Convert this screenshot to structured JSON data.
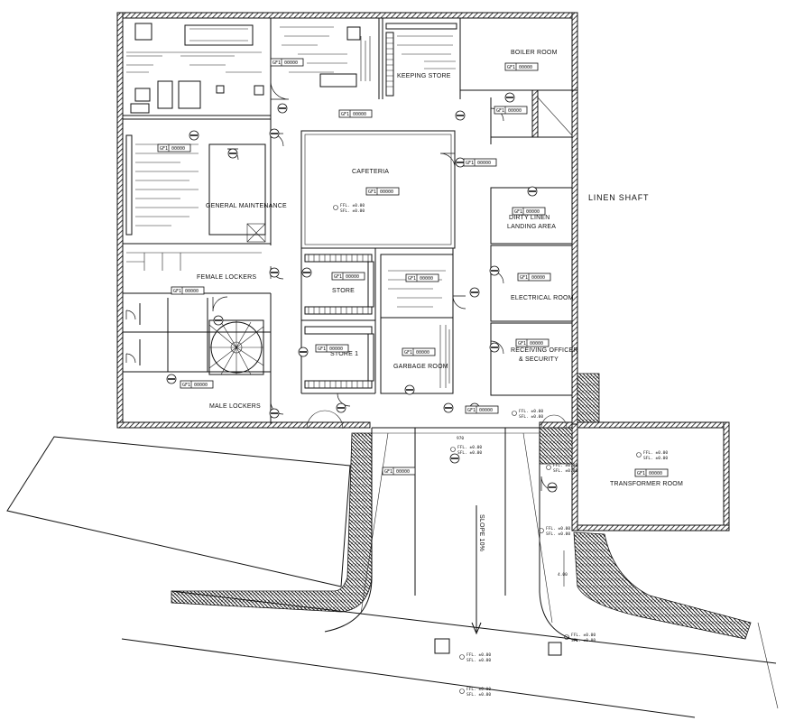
{
  "drawing": {
    "rooms": {
      "boiler_room": "BOILER ROOM",
      "linen_shaft": "LINEN SHAFT",
      "dirty_linen": "DIRTY LINEN",
      "landing_area": "LANDING AREA",
      "cafeteria": "CAFETERIA",
      "general_maintenance": "GENERAL MAINTENANCE",
      "female_lockers": "FEMALE LOCKERS",
      "male_lockers": "MALE LOCKERS",
      "store": "STORE",
      "store_1": "STORE 1",
      "garbage_room": "GARBAGE ROOM",
      "electrical_room": "ELECTRICAL ROOM",
      "receiving_line1": "RECEIVING OFFICER",
      "receiving_line2": "& SECURITY",
      "transformer_room": "TRANSFORMER ROOM",
      "keeping_store": "KEEPING STORE"
    },
    "tag_code": "GF1",
    "tag_value": "00000",
    "level_ffl": "FFL.  ±0.00",
    "level_sfl": "SFL.  ±0.00",
    "ramp_text": "SLOPE 10%",
    "opening_width": "970",
    "dim_small": "4.00"
  }
}
